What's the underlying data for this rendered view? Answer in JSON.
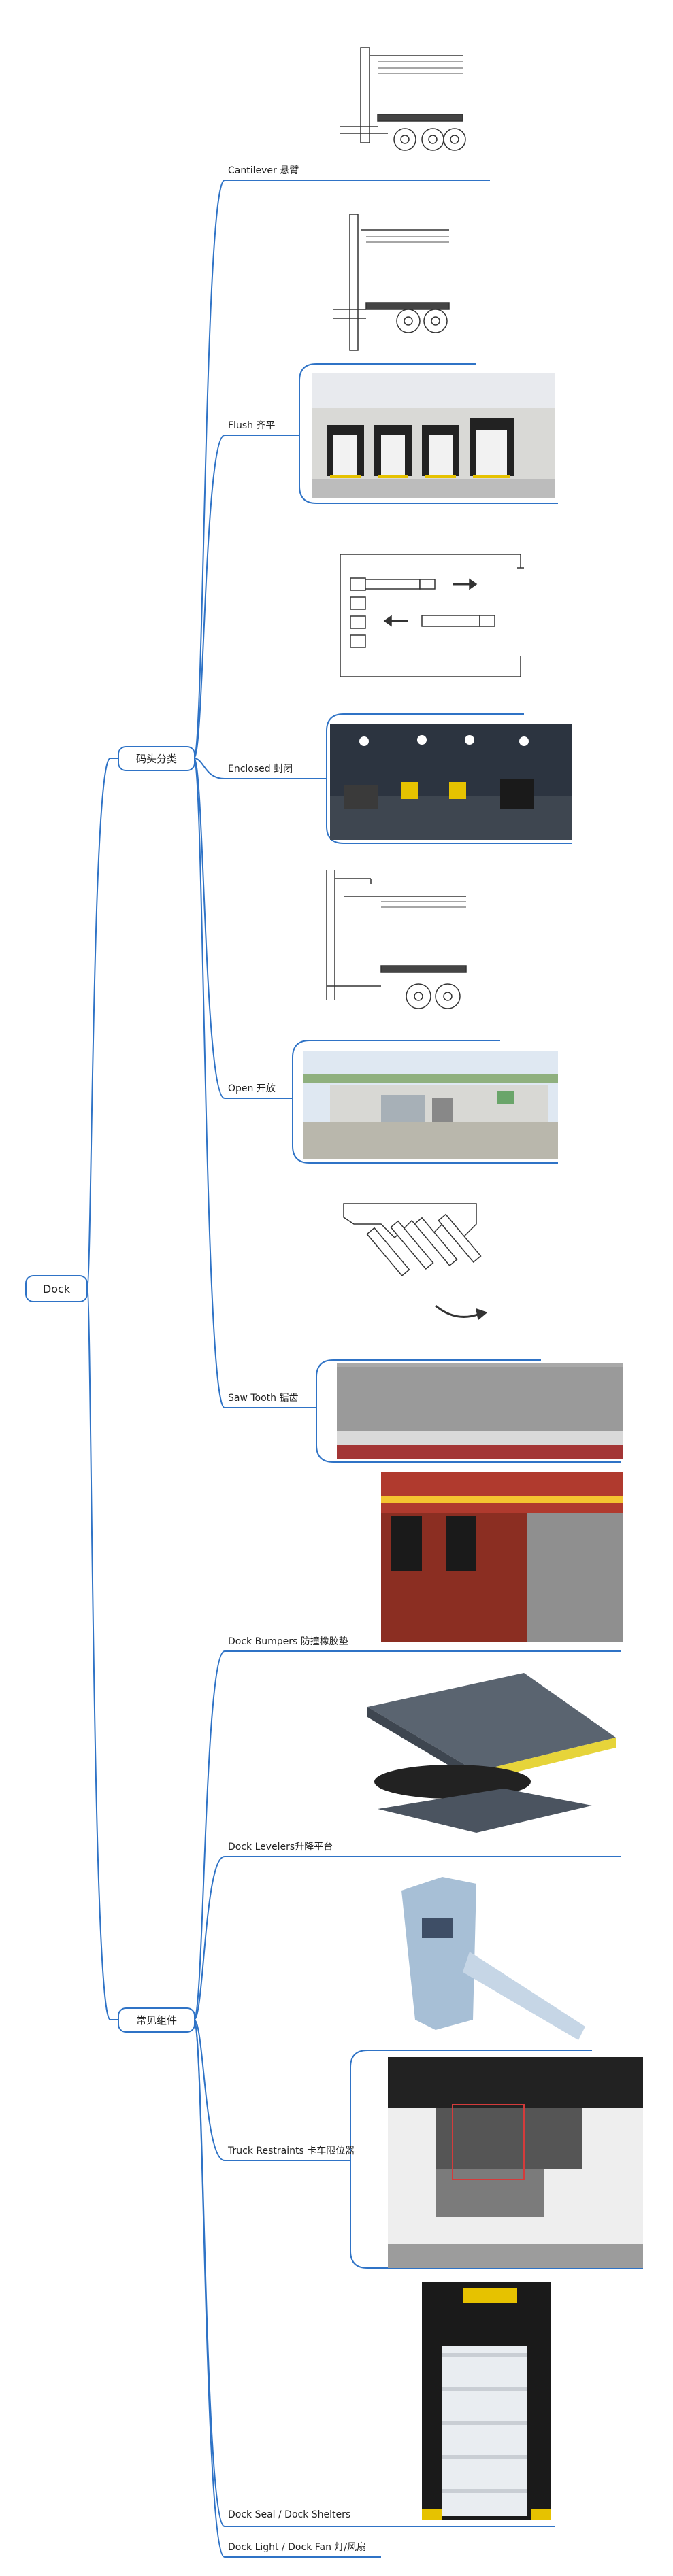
{
  "root": {
    "label": "Dock"
  },
  "branches": [
    {
      "label": "码头分类",
      "children": [
        {
          "label": "Cantilever 悬臂"
        },
        {
          "label": "Flush 齐平"
        },
        {
          "label": "Enclosed 封闭"
        },
        {
          "label": "Open 开放"
        },
        {
          "label": "Saw Tooth 锯齿"
        }
      ]
    },
    {
      "label": "常见组件",
      "children": [
        {
          "label": "Dock Bumpers 防撞橡胶垫"
        },
        {
          "label": "Dock Levelers升降平台"
        },
        {
          "label": "Truck Restraints 卡车限位器"
        },
        {
          "label": "Dock Seal / Dock Shelters"
        },
        {
          "label": "Dock Light / Dock Fan 灯/风扇"
        }
      ]
    }
  ],
  "colors": {
    "line": "#2f73c6",
    "sky": "#e8eaee",
    "wall": "#d9d9d6"
  }
}
